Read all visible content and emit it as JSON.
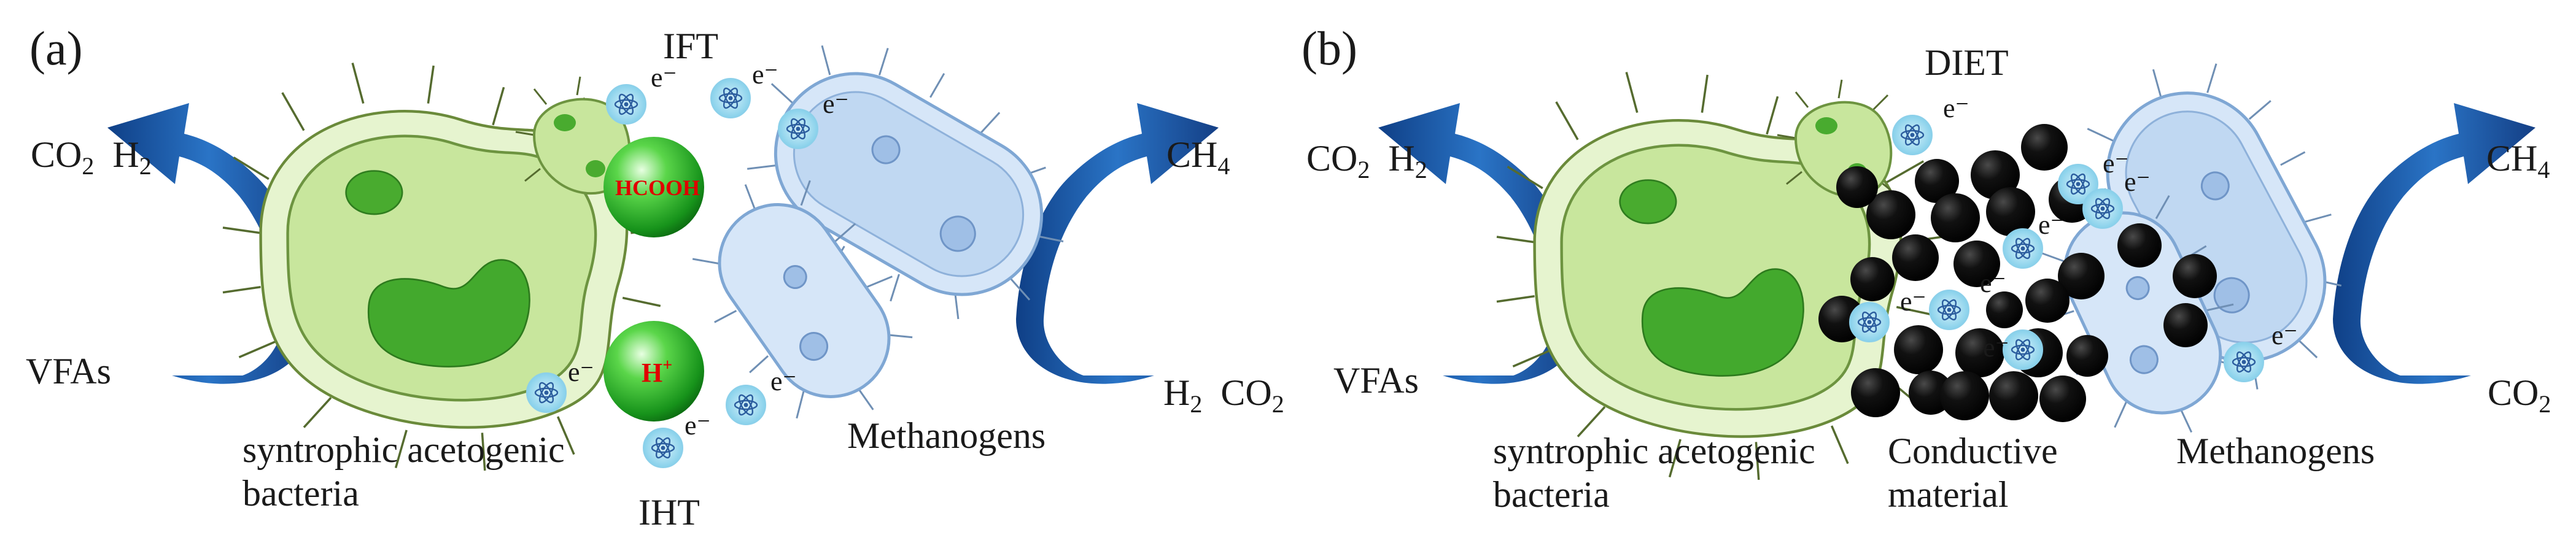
{
  "panels": {
    "a": {
      "tag": "(a)",
      "mechanism_top": "IFT",
      "mechanism_bottom": "IHT",
      "left_products": {
        "co2": "CO",
        "co2_sub": "2",
        "h2": "H",
        "h2_sub": "2"
      },
      "right_product": {
        "ch4": "CH",
        "ch4_sub": "4"
      },
      "left_substrate": "VFAs",
      "right_substrate": {
        "h2": "H",
        "h2_sub": "2",
        "co2": "CO",
        "co2_sub": "2"
      },
      "sphere_top": "HCOOH",
      "sphere_bottom": {
        "h": "H",
        "sup": "+"
      },
      "bacteria_label": [
        "syntrophic acetogenic",
        "bacteria"
      ],
      "methanogen_label": "Methanogens",
      "electron": "e⁻"
    },
    "b": {
      "tag": "(b)",
      "mechanism": "DIET",
      "left_products": {
        "co2": "CO",
        "co2_sub": "2",
        "h2": "H",
        "h2_sub": "2"
      },
      "right_product": {
        "ch4": "CH",
        "ch4_sub": "4"
      },
      "left_substrate": "VFAs",
      "right_substrate": {
        "co2": "CO",
        "co2_sub": "2"
      },
      "bacteria_label": [
        "syntrophic acetogenic",
        "bacteria"
      ],
      "conductive_label": [
        "Conductive",
        "material"
      ],
      "methanogen_label": "Methanogens",
      "electron": "e⁻"
    }
  },
  "colors": {
    "arrow_blue": "#1d5fae",
    "bacteria_fill": "#dff0c0",
    "bacteria_inner": "#c6e49a",
    "bacteria_nucleus": "#4caf3a",
    "methanogen_fill": "#cfe2f7",
    "methanogen_stroke": "#7fa7d4",
    "electron_fill": "#9fdcf0",
    "sphere_green": "#2fbf2f",
    "particle_black": "#0a0a0a",
    "text_red": "#e00000"
  },
  "icons": [
    "atom-icon",
    "curved-arrow-icon"
  ]
}
